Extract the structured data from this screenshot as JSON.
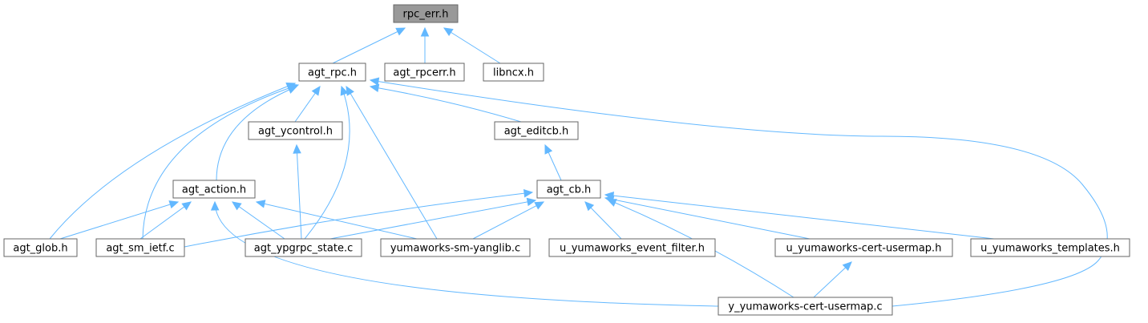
{
  "diagram": {
    "nodes": [
      {
        "id": "rpc_err",
        "label": "rpc_err.h",
        "root": true
      },
      {
        "id": "agt_rpc",
        "label": "agt_rpc.h"
      },
      {
        "id": "agt_rpcerr",
        "label": "agt_rpcerr.h"
      },
      {
        "id": "libncx",
        "label": "libncx.h"
      },
      {
        "id": "agt_ycontrol",
        "label": "agt_ycontrol.h"
      },
      {
        "id": "agt_editcb",
        "label": "agt_editcb.h"
      },
      {
        "id": "agt_action",
        "label": "agt_action.h"
      },
      {
        "id": "agt_cb",
        "label": "agt_cb.h"
      },
      {
        "id": "agt_glob",
        "label": "agt_glob.h"
      },
      {
        "id": "agt_sm_ietf",
        "label": "agt_sm_ietf.c"
      },
      {
        "id": "agt_ypgrpc_state",
        "label": "agt_ypgrpc_state.c"
      },
      {
        "id": "sm_yanglib",
        "label": "yumaworks-sm-yanglib.c"
      },
      {
        "id": "event_filter",
        "label": "u_yumaworks_event_filter.h"
      },
      {
        "id": "cert_usermap_h",
        "label": "u_yumaworks-cert-usermap.h"
      },
      {
        "id": "templates",
        "label": "u_yumaworks_templates.h"
      },
      {
        "id": "y_cert_usermap",
        "label": "y_yumaworks-cert-usermap.c"
      }
    ],
    "edges": [
      {
        "from": "agt_rpc",
        "to": "rpc_err"
      },
      {
        "from": "agt_rpcerr",
        "to": "rpc_err"
      },
      {
        "from": "libncx",
        "to": "rpc_err"
      },
      {
        "from": "agt_ycontrol",
        "to": "agt_rpc"
      },
      {
        "from": "agt_editcb",
        "to": "agt_rpc"
      },
      {
        "from": "agt_action",
        "to": "agt_rpc"
      },
      {
        "from": "agt_glob",
        "to": "agt_rpc"
      },
      {
        "from": "agt_sm_ietf",
        "to": "agt_rpc"
      },
      {
        "from": "agt_ypgrpc_state",
        "to": "agt_rpc"
      },
      {
        "from": "sm_yanglib",
        "to": "agt_rpc"
      },
      {
        "from": "y_cert_usermap",
        "to": "agt_rpc"
      },
      {
        "from": "agt_ypgrpc_state",
        "to": "agt_ycontrol"
      },
      {
        "from": "agt_cb",
        "to": "agt_editcb"
      },
      {
        "from": "agt_glob",
        "to": "agt_action"
      },
      {
        "from": "agt_sm_ietf",
        "to": "agt_action"
      },
      {
        "from": "agt_ypgrpc_state",
        "to": "agt_action"
      },
      {
        "from": "sm_yanglib",
        "to": "agt_action"
      },
      {
        "from": "y_cert_usermap",
        "to": "agt_action"
      },
      {
        "from": "agt_sm_ietf",
        "to": "agt_cb"
      },
      {
        "from": "agt_ypgrpc_state",
        "to": "agt_cb"
      },
      {
        "from": "sm_yanglib",
        "to": "agt_cb"
      },
      {
        "from": "event_filter",
        "to": "agt_cb"
      },
      {
        "from": "cert_usermap_h",
        "to": "agt_cb"
      },
      {
        "from": "templates",
        "to": "agt_cb"
      },
      {
        "from": "y_cert_usermap",
        "to": "agt_cb"
      },
      {
        "from": "y_cert_usermap",
        "to": "cert_usermap_h"
      }
    ]
  }
}
